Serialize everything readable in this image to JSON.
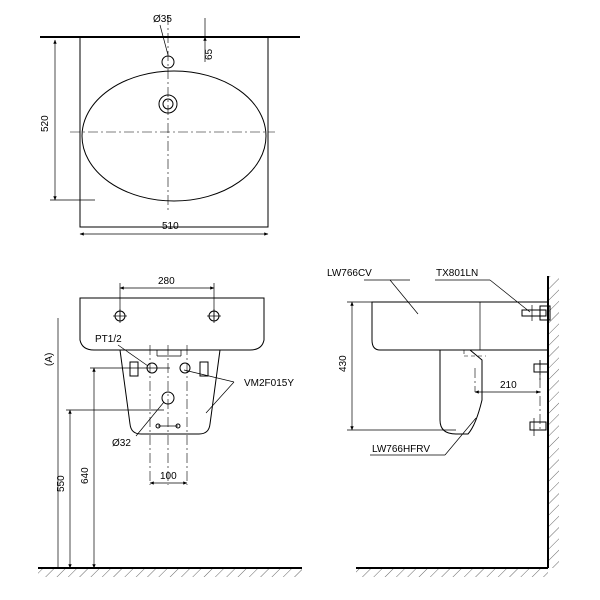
{
  "top_view": {
    "hole_diameter": "Ø35",
    "hole_offset": "65",
    "depth": "520",
    "width": "510"
  },
  "front_view": {
    "hole_spacing": "280",
    "pt_label": "PT1/2",
    "height_ref": "(A)",
    "trap_label": "VM2F015Y",
    "drain_diameter": "Ø32",
    "drain_width": "100",
    "height_640": "640",
    "height_550": "550"
  },
  "side_view": {
    "basin_model": "LW766CV",
    "bracket_model": "TX801LN",
    "height_430": "430",
    "depth_210": "210",
    "pedestal_model": "LW766HFRV"
  }
}
